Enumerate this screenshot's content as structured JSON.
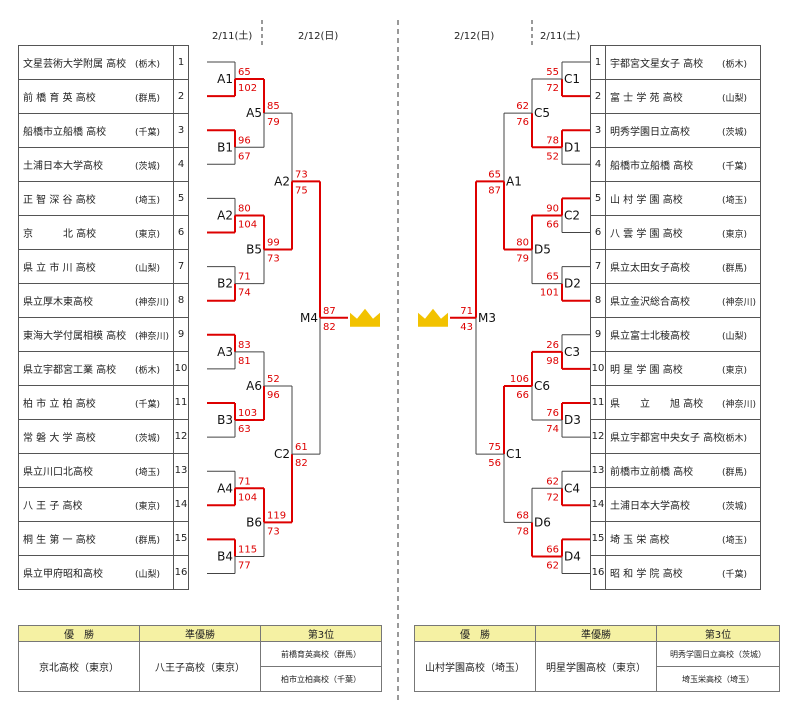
{
  "left": {
    "dates": [
      "2/11(土)",
      "2/12(日)"
    ],
    "teams": [
      {
        "num": "1",
        "name": "文星芸術大学附属 高校",
        "pref": "(栃木)"
      },
      {
        "num": "2",
        "name": "前 橋 育 英 高校",
        "pref": "(群馬)"
      },
      {
        "num": "3",
        "name": "船橋市立船橋 高校",
        "pref": "(千葉)"
      },
      {
        "num": "4",
        "name": "土浦日本大学高校",
        "pref": "(茨城)"
      },
      {
        "num": "5",
        "name": "正 智 深 谷 高校",
        "pref": "(埼玉)"
      },
      {
        "num": "6",
        "name": "京　　　北 高校",
        "pref": "(東京)"
      },
      {
        "num": "7",
        "name": "県 立 市 川 高校",
        "pref": "(山梨)"
      },
      {
        "num": "8",
        "name": "県立厚木東高校",
        "pref": "(神奈川)"
      },
      {
        "num": "9",
        "name": "東海大学付属相模 高校",
        "pref": "(神奈川)"
      },
      {
        "num": "10",
        "name": "県立宇都宮工業 高校",
        "pref": "(栃木)"
      },
      {
        "num": "11",
        "name": "柏 市 立 柏 高校",
        "pref": "(千葉)"
      },
      {
        "num": "12",
        "name": "常 磐 大 学 高校",
        "pref": "(茨城)"
      },
      {
        "num": "13",
        "name": "県立川口北高校",
        "pref": "(埼玉)"
      },
      {
        "num": "14",
        "name": "八 王 子 高校",
        "pref": "(東京)"
      },
      {
        "num": "15",
        "name": "桐 生 第 一 高校",
        "pref": "(群馬)"
      },
      {
        "num": "16",
        "name": "県立甲府昭和高校",
        "pref": "(山梨)"
      }
    ],
    "rounds": {
      "A1": {
        "top": "65",
        "bottom": "102"
      },
      "B1": {
        "top": "96",
        "bottom": "67"
      },
      "A2": {
        "top": "80",
        "bottom": "104"
      },
      "B2": {
        "top": "71",
        "bottom": "74"
      },
      "A3": {
        "top": "83",
        "bottom": "81"
      },
      "B3": {
        "top": "103",
        "bottom": "63"
      },
      "A4": {
        "top": "71",
        "bottom": "104"
      },
      "B4": {
        "top": "115",
        "bottom": "77"
      },
      "A5": {
        "top": "85",
        "bottom": "79"
      },
      "B5": {
        "top": "99",
        "bottom": "73"
      },
      "A6": {
        "top": "52",
        "bottom": "96"
      },
      "B6": {
        "top": "119",
        "bottom": "73"
      },
      "A2f": {
        "label": "A2",
        "top": "73",
        "bottom": "75"
      },
      "C2": {
        "top": "61",
        "bottom": "82"
      },
      "M4": {
        "top": "87",
        "bottom": "82"
      }
    },
    "results": {
      "headers": [
        "優　勝",
        "準優勝",
        "第3位"
      ],
      "champion": "京北高校（東京）",
      "runner_up": "八王子高校（東京）",
      "third": [
        "前橋育英高校（群馬）",
        "柏市立柏高校（千葉）"
      ]
    }
  },
  "right": {
    "dates": [
      "2/12(日)",
      "2/11(土)"
    ],
    "teams": [
      {
        "num": "1",
        "name": "宇都宮文星女子 高校",
        "pref": "(栃木)"
      },
      {
        "num": "2",
        "name": "富 士 学 苑 高校",
        "pref": "(山梨)"
      },
      {
        "num": "3",
        "name": "明秀学園日立高校",
        "pref": "(茨城)"
      },
      {
        "num": "4",
        "name": "船橋市立船橋 高校",
        "pref": "(千葉)"
      },
      {
        "num": "5",
        "name": "山 村 学 園 高校",
        "pref": "(埼玉)"
      },
      {
        "num": "6",
        "name": "八 雲 学 園 高校",
        "pref": "(東京)"
      },
      {
        "num": "7",
        "name": "県立太田女子高校",
        "pref": "(群馬)"
      },
      {
        "num": "8",
        "name": "県立金沢総合高校",
        "pref": "(神奈川)"
      },
      {
        "num": "9",
        "name": "県立富士北稜高校",
        "pref": "(山梨)"
      },
      {
        "num": "10",
        "name": "明 星 学 園 高校",
        "pref": "(東京)"
      },
      {
        "num": "11",
        "name": "県　　立　　旭 高校",
        "pref": "(神奈川)"
      },
      {
        "num": "12",
        "name": "県立宇都宮中央女子 高校",
        "pref": "(栃木)"
      },
      {
        "num": "13",
        "name": "前橋市立前橋 高校",
        "pref": "(群馬)"
      },
      {
        "num": "14",
        "name": "土浦日本大学高校",
        "pref": "(茨城)"
      },
      {
        "num": "15",
        "name": "埼 玉 栄 高校",
        "pref": "(埼玉)"
      },
      {
        "num": "16",
        "name": "昭 和 学 院 高校",
        "pref": "(千葉)"
      }
    ],
    "rounds": {
      "C1r": {
        "label": "C1",
        "top": "55",
        "bottom": "72"
      },
      "D1": {
        "top": "78",
        "bottom": "52"
      },
      "C2r": {
        "label": "C2",
        "top": "90",
        "bottom": "66"
      },
      "D2": {
        "top": "65",
        "bottom": "101"
      },
      "C3": {
        "top": "26",
        "bottom": "98"
      },
      "D3": {
        "top": "76",
        "bottom": "74"
      },
      "C4": {
        "top": "62",
        "bottom": "72"
      },
      "D4": {
        "top": "66",
        "bottom": "62"
      },
      "C5": {
        "top": "62",
        "bottom": "76"
      },
      "D5": {
        "top": "80",
        "bottom": "79"
      },
      "C6": {
        "top": "106",
        "bottom": "66"
      },
      "D6": {
        "top": "68",
        "bottom": "78"
      },
      "A1": {
        "top": "65",
        "bottom": "87"
      },
      "C1f": {
        "label": "C1",
        "top": "75",
        "bottom": "56"
      },
      "M3": {
        "top": "71",
        "bottom": "43"
      }
    },
    "results": {
      "headers": [
        "優　勝",
        "準優勝",
        "第3位"
      ],
      "champion": "山村学園高校（埼玉）",
      "runner_up": "明星学園高校（東京）",
      "third": [
        "明秀学園日立高校（茨城）",
        "埼玉栄高校（埼玉）"
      ]
    }
  },
  "colors": {
    "win": "#dd0000",
    "line": "#444444",
    "crown": "#f2c200",
    "header": "#f5f1a3"
  },
  "icons": {
    "trophy": "crown-icon"
  }
}
